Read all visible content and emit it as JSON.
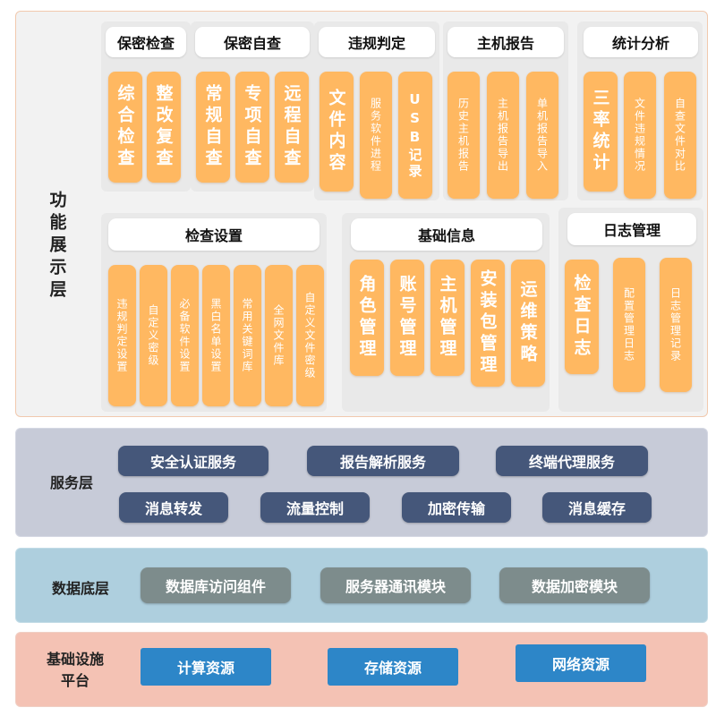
{
  "function_layer": {
    "label": "功能展示层",
    "groups": [
      {
        "title": "保密检查",
        "items": [
          "综合检查",
          "整改复查"
        ]
      },
      {
        "title": "保密自查",
        "items": [
          "常规自查",
          "专项自查",
          "远程自查"
        ]
      },
      {
        "title": "违规判定",
        "items": [
          "文件内容",
          "服务软件进程",
          "USB记录"
        ]
      },
      {
        "title": "主机报告",
        "items": [
          "历史主机报告",
          "主机报告导出",
          "单机报告导入"
        ]
      },
      {
        "title": "统计分析",
        "items": [
          "三率统计",
          "文件违规情况",
          "自查文件对比"
        ]
      },
      {
        "title": "检查设置",
        "items": [
          "违规判定设置",
          "自定义密级",
          "必备软件设置",
          "黑白名单设置",
          "常用关键词库",
          "全网文件库",
          "自定义文件密级"
        ]
      },
      {
        "title": "基础信息",
        "items": [
          "角色管理",
          "账号管理",
          "主机管理",
          "安装包管理",
          "运维策略"
        ]
      },
      {
        "title": "日志管理",
        "items": [
          "检查日志",
          "配置管理日志",
          "日志管理记录"
        ]
      }
    ]
  },
  "service_layer": {
    "label": "服务层",
    "items": [
      "安全认证服务",
      "报告解析服务",
      "终端代理服务",
      "消息转发",
      "流量控制",
      "加密传输",
      "消息缓存"
    ]
  },
  "data_layer": {
    "label": "数据底层",
    "items": [
      "数据库访问组件",
      "服务器通讯模块",
      "数据加密模块"
    ]
  },
  "infra_layer": {
    "label_line1": "基础设施",
    "label_line2": "平台",
    "items": [
      "计算资源",
      "存储资源",
      "网络资源"
    ]
  },
  "colors": {
    "function_bg": "#f2f2f2",
    "function_item": "#ffb861",
    "service_bg": "#c7cbd8",
    "service_item": "#45577a",
    "data_bg": "#aecfde",
    "data_item": "#7d8c8c",
    "infra_bg": "#f4c2b4",
    "infra_item": "#2d86c8"
  }
}
